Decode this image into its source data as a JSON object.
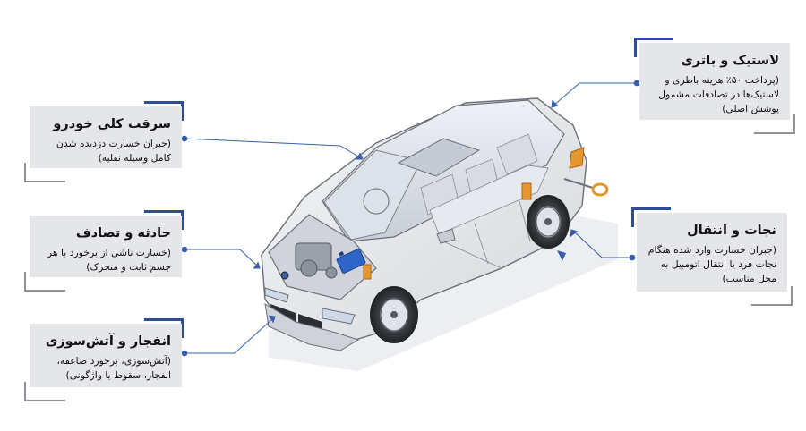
{
  "callouts": {
    "theft": {
      "title": "سرقت کلی خودرو",
      "desc": "(جبران خسارت دزدیده شدن کامل وسیله نقلیه)"
    },
    "accident": {
      "title": "حادثه و تصادف",
      "desc": "(خسارت ناشی از برخورد با هر جسم ثابت و متحرک)"
    },
    "fire": {
      "title": "انفجار و آتش‌سوزی",
      "desc": "(آتش‌سوزی، برخورد صاعقه، انفجار، سقوط یا واژگونی)"
    },
    "tire_battery": {
      "title": "لاستیک و باتری",
      "desc": "(پرداخت ۵۰٪ هزینه باطری و لاستیک‌ها در تصادفات مشمول پوشش اصلی)"
    },
    "rescue": {
      "title": "نجات و انتقال",
      "desc": "(جبران خسارت وارد شده هنگام نجات فرد یا انتقال اتومبیل به محل مناسب)"
    }
  },
  "colors": {
    "card_bg": "#e4e6ea",
    "accent": "#2b4d9a",
    "connector": "#3a5fa8",
    "car_line": "#6b7078"
  },
  "icons": [
    "car-illustration",
    "battery-icon",
    "tow-hook-icon"
  ]
}
